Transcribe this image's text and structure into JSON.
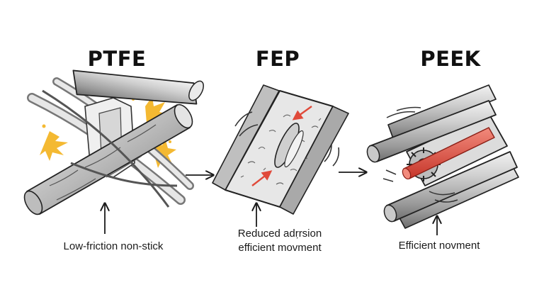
{
  "panels": [
    {
      "title": "PTFE",
      "caption_lines": [
        "Low-friction non-stick"
      ]
    },
    {
      "title": "FEP",
      "caption_lines": [
        "Reduced adṛrsion",
        "efficient movment"
      ]
    },
    {
      "title": "PEEK",
      "caption_lines": [
        "Efficient novment"
      ]
    }
  ],
  "colors": {
    "ink": "#1a1a1a",
    "rod_light": "#d9d9d9",
    "rod_mid": "#a8a8a8",
    "rod_dark": "#6f6f6f",
    "spark": "#f3b21c",
    "accent_red": "#e04a3a"
  }
}
